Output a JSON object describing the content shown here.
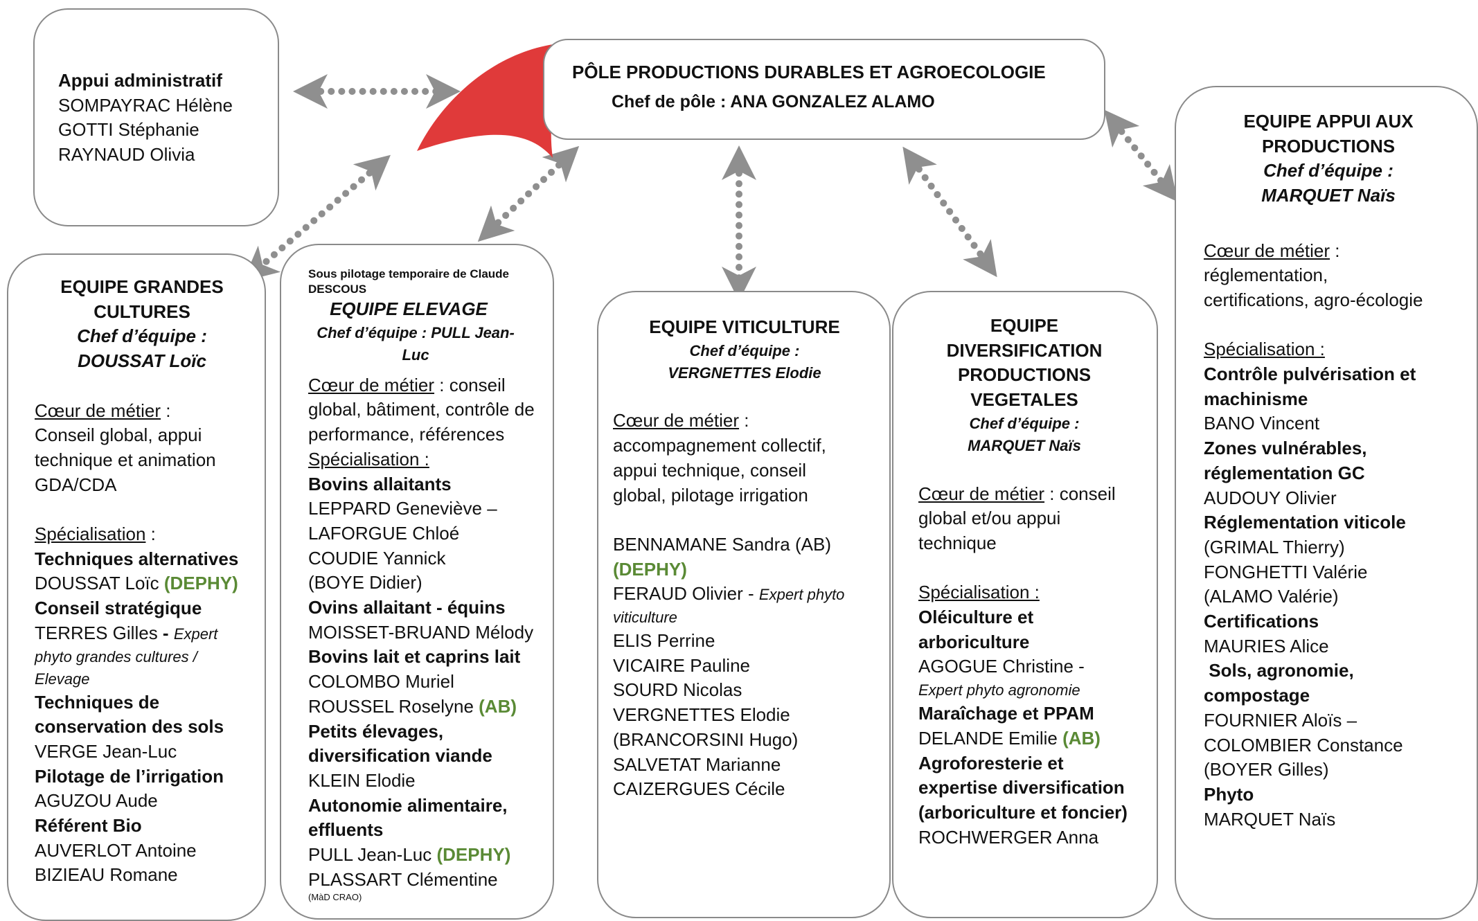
{
  "pole": {
    "title": "PÔLE PRODUCTIONS DURABLES ET AGROECOLOGIE",
    "chef": "Chef de pôle : ANA GONZALEZ ALAMO"
  },
  "admin": {
    "title": "Appui administratif",
    "members": [
      "SOMPAYRAC Hélène",
      "GOTTI Stéphanie",
      "RAYNAUD Olivia"
    ]
  },
  "grandes_cultures": {
    "title1": "EQUIPE GRANDES",
    "title2": "CULTURES",
    "chef1": "Chef d’équipe :",
    "chef2": "DOUSSAT Loïc",
    "coeur_label": "Cœur de métier",
    "coeur_sep": " :",
    "coeur_text": [
      "Conseil global, appui",
      "technique et animation",
      "GDA/CDA"
    ],
    "spec_label": "Spécialisation",
    "spec_sep": " :",
    "s1": "Techniques alternatives",
    "s1_member": "DOUSSAT Loïc ",
    "s1_tag": "(DEPHY)",
    "s2": "Conseil stratégique",
    "s2_member": "TERRES Gilles ",
    "s2_dash": "- ",
    "s2_expert": [
      "Expert",
      "phyto grandes cultures /",
      "Elevage"
    ],
    "s3": [
      "Techniques de",
      "conservation des sols"
    ],
    "s3_member": "VERGE Jean-Luc",
    "s4": "Pilotage de l’irrigation",
    "s4_member": "AGUZOU Aude",
    "s5": "Référent Bio",
    "s5_members": [
      "AUVERLOT Antoine",
      "BIZIEAU Romane"
    ]
  },
  "elevage": {
    "note": [
      "Sous pilotage temporaire de Claude",
      "DESCOUS"
    ],
    "title": "EQUIPE ELEVAGE",
    "chef": "Chef d’équipe : PULL Jean-Luc",
    "coeur_label": "Cœur de métier",
    "coeur_text": [
      " : conseil",
      "global, bâtiment, contrôle de",
      "performance, références"
    ],
    "spec_label": "Spécialisation :",
    "s1": "Bovins allaitants",
    "s1_members": [
      "LEPPARD Geneviève –",
      "LAFORGUE Chloé",
      "COUDIE Yannick",
      "(BOYE Didier)"
    ],
    "s2": "Ovins allaitant - équins",
    "s2_member": "MOISSET-BRUAND Mélody",
    "s3": "Bovins lait et caprins lait",
    "s3_members": [
      "COLOMBO Muriel",
      "ROUSSEL Roselyne "
    ],
    "s3_tag": "(AB)",
    "s4": [
      "Petits élevages,",
      "diversification viande"
    ],
    "s4_member": "KLEIN Elodie",
    "s5": [
      "Autonomie alimentaire,",
      "effluents"
    ],
    "s5_member1": "PULL Jean-Luc ",
    "s5_tag": "(DEPHY)",
    "s5_member2": "PLASSART Clémentine",
    "s5_note": "(MàD CRAO)"
  },
  "viticulture": {
    "title": "EQUIPE VITICULTURE",
    "chef1": "Chef d’équipe :",
    "chef2": "VERGNETTES Elodie",
    "coeur_label": "Cœur de métier",
    "coeur_text": [
      " :",
      "accompagnement collectif,",
      "appui technique, conseil",
      "global, pilotage irrigation"
    ],
    "m1": "BENNAMANE Sandra (AB)",
    "m1_tag": "(DEPHY)",
    "m2": "FERAUD Olivier - ",
    "m2_expert": [
      "Expert phyto",
      "viticulture"
    ],
    "members": [
      "ELIS Perrine",
      "VICAIRE Pauline",
      "SOURD Nicolas",
      "VERGNETTES Elodie",
      "(BRANCORSINI Hugo)",
      "SALVETAT Marianne",
      "CAIZERGUES Cécile"
    ]
  },
  "diversification": {
    "title": [
      "EQUIPE",
      "DIVERSIFICATION",
      "PRODUCTIONS",
      "VEGETALES"
    ],
    "chef1": "Chef d’équipe :",
    "chef2": "MARQUET Naïs",
    "coeur_label": "Cœur de métier",
    "coeur_text": [
      " : conseil",
      "global et/ou appui",
      "technique"
    ],
    "spec_label": "Spécialisation :",
    "s1": [
      "Oléiculture et",
      "arboriculture"
    ],
    "s1_member": "AGOGUE Christine -",
    "s1_expert": "Expert phyto agronomie",
    "s2": "Maraîchage et PPAM",
    "s2_member": "DELANDE Emilie ",
    "s2_tag": "(AB)",
    "s3": [
      "Agroforesterie et",
      "expertise diversification",
      "(arboriculture et foncier)"
    ],
    "s3_member": "ROCHWERGER Anna"
  },
  "appui": {
    "title": [
      "EQUIPE APPUI AUX",
      "PRODUCTIONS"
    ],
    "chef1": "Chef d’équipe :",
    "chef2": "MARQUET Naïs",
    "coeur_label": "Cœur de métier",
    "coeur_text": [
      " :",
      "réglementation,",
      "certifications, agro-écologie"
    ],
    "spec_label": "Spécialisation :",
    "s1": [
      "Contrôle pulvérisation et",
      "machinisme"
    ],
    "s1_member": "BANO Vincent",
    "s2": [
      "Zones vulnérables,",
      "réglementation GC"
    ],
    "s2_member": "AUDOUY  Olivier",
    "s3": "Réglementation viticole",
    "s3_members": [
      "(GRIMAL Thierry)",
      "FONGHETTI Valérie",
      "(ALAMO Valérie)"
    ],
    "s4": "Certifications",
    "s4_member": "MAURIES Alice",
    "s5": [
      " Sols, agronomie,",
      "compostage"
    ],
    "s5_members": [
      "FOURNIER Aloïs –",
      "COLOMBIER Constance",
      "(BOYER Gilles)"
    ],
    "s6": "Phyto",
    "s6_member": "MARQUET Naïs"
  },
  "colors": {
    "logo": "#e03a3a",
    "border": "#8a8a8a",
    "arrow": "#8f8f8f",
    "tag_green": "#5a8a35"
  }
}
